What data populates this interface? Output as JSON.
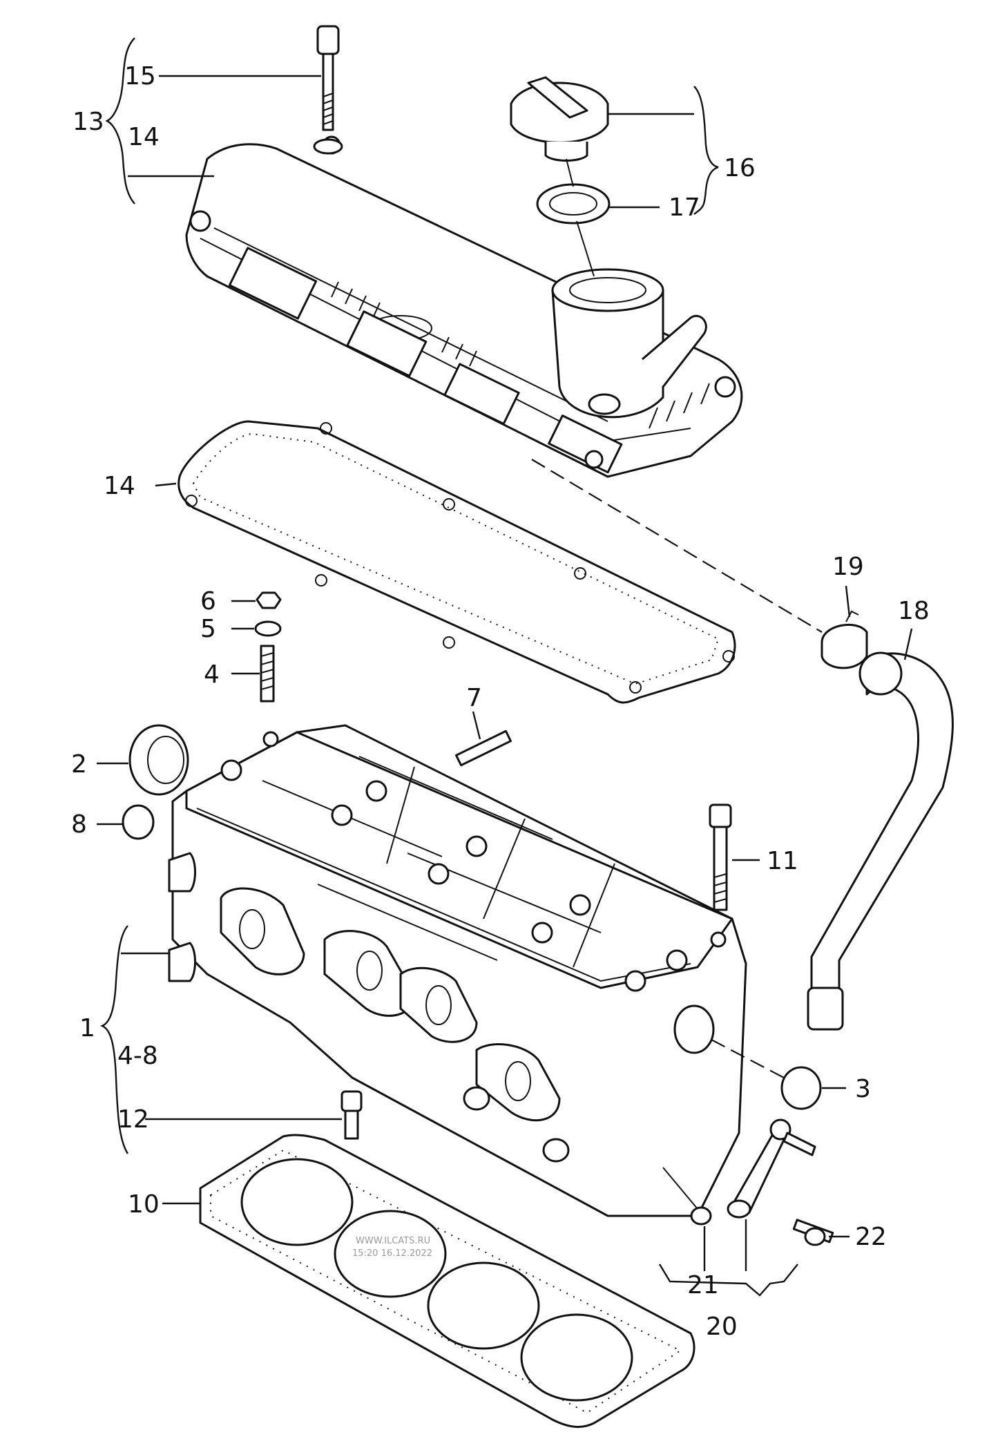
{
  "labels": {
    "p1": "1",
    "p2": "2",
    "p3": "3",
    "p4": "4",
    "p4_8": "4-8",
    "p5": "5",
    "p6": "6",
    "p7": "7",
    "p8": "8",
    "p10": "10",
    "p11": "11",
    "p12": "12",
    "p13": "13",
    "p14a": "14",
    "p14b": "14",
    "p15": "15",
    "p16": "16",
    "p17": "17",
    "p18": "18",
    "p19": "19",
    "p20": "20",
    "p21": "21",
    "p22": "22"
  },
  "watermark": {
    "line1": "WWW.ILCATS.RU",
    "line2": "15:20 16.12.2022"
  }
}
